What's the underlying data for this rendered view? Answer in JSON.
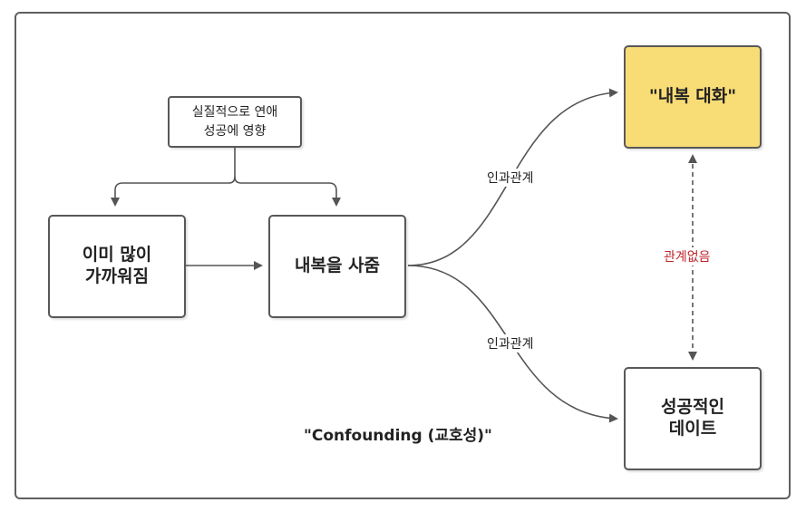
{
  "nodes": {
    "influence_note": "실질적으로 연애\n성공에 영향",
    "already_close": "이미 많이\n가까워짐",
    "buy_food": "내복을 사줌",
    "intimate_talk": "\"내복 대화\"",
    "successful_date": "성공적인\n데이트"
  },
  "edges": {
    "causal_upper": "인과관계",
    "causal_lower": "인과관계",
    "unrelated": "관계없음"
  },
  "caption": "\"Confounding (교호성)\"",
  "colors": {
    "highlight": "#f8dc75",
    "unrelated_label": "#c0262c",
    "line": "#555555"
  }
}
